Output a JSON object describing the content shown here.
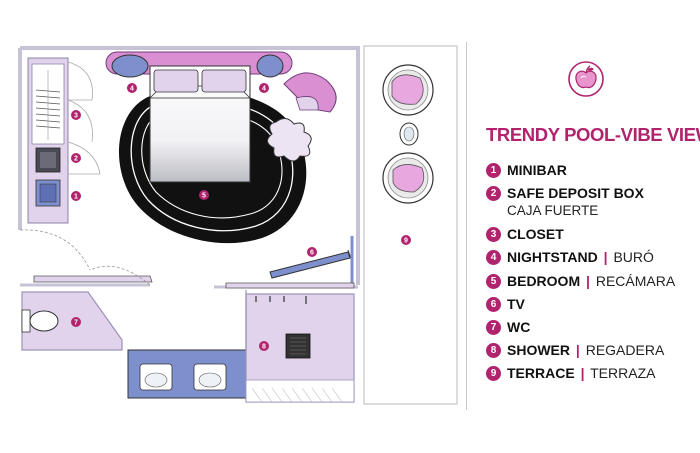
{
  "legend": {
    "title": "TRENDY POOL-VIBE VIEW",
    "items": [
      {
        "num": "1",
        "name": "MINIBAR",
        "alt": "",
        "sub": ""
      },
      {
        "num": "2",
        "name": "SAFE DEPOSIT BOX",
        "alt": "",
        "sub": "CAJA FUERTE"
      },
      {
        "num": "3",
        "name": "CLOSET",
        "alt": "",
        "sub": ""
      },
      {
        "num": "4",
        "name": "NIGHTSTAND",
        "alt": "BURÓ",
        "sub": ""
      },
      {
        "num": "5",
        "name": "BEDROOM",
        "alt": "RECÁMARA",
        "sub": ""
      },
      {
        "num": "6",
        "name": "TV",
        "alt": "",
        "sub": ""
      },
      {
        "num": "7",
        "name": "WC",
        "alt": "",
        "sub": ""
      },
      {
        "num": "8",
        "name": "SHOWER",
        "alt": "REGADERA",
        "sub": ""
      },
      {
        "num": "9",
        "name": "TERRACE",
        "alt": "TERRAZA",
        "sub": ""
      }
    ],
    "separator": "|"
  },
  "plan": {
    "markers": [
      "1",
      "2",
      "3",
      "4",
      "4",
      "5",
      "6",
      "7",
      "8",
      "9"
    ]
  },
  "colors": {
    "accent": "#b0246d",
    "lilac": "#e2d3ec",
    "pink": "#d98fd2",
    "blue": "#7e8fcd",
    "rug": "#111111"
  },
  "icons": [
    "apple-logo-icon"
  ]
}
